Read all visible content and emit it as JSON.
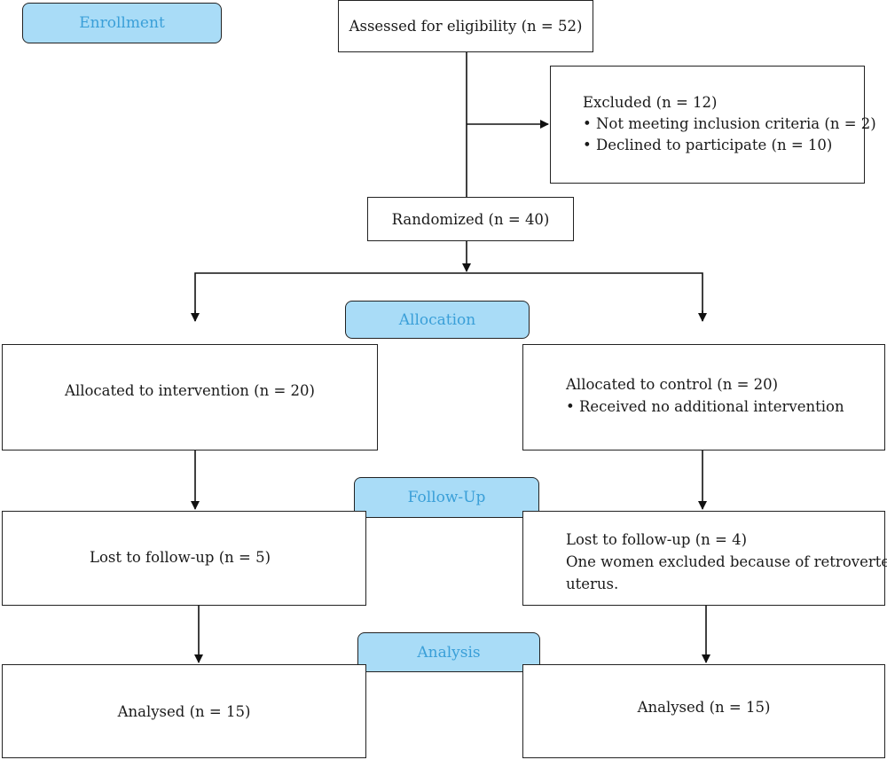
{
  "stages": {
    "enrollment": "Enrollment",
    "allocation": "Allocation",
    "follow_up": "Follow-Up",
    "analysis": "Analysis"
  },
  "assessed": "Assessed for eligibility (n = 52)",
  "excluded": {
    "title": "Excluded (n = 12)",
    "items": [
      "Not meeting inclusion criteria (n = 2)",
      "Declined to participate (n = 10)"
    ]
  },
  "randomized": "Randomized (n = 40)",
  "intervention_arm": {
    "allocated": "Allocated to intervention (n = 20)",
    "lost": "Lost to follow-up (n = 5)",
    "analysed": "Analysed (n = 15)"
  },
  "control_arm": {
    "allocated": "Allocated to control (n = 20)",
    "allocated_note": "Received no additional intervention",
    "lost": "Lost to follow-up (n = 4)",
    "lost_note_line1": "One women excluded because of retroverted",
    "lost_note_line2": "uterus.",
    "analysed": "Analysed (n = 15)"
  }
}
